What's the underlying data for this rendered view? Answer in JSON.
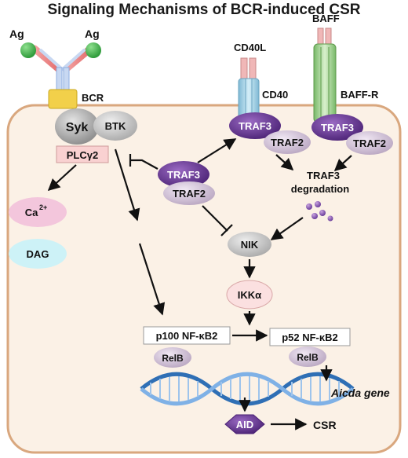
{
  "title": "Signaling Mechanisms of BCR-induced CSR",
  "receptors": {
    "ag_left": "Ag",
    "ag_right": "Ag",
    "bcr": "BCR",
    "cd40l": "CD40L",
    "cd40": "CD40",
    "baff": "BAFF",
    "baffr": "BAFF-R"
  },
  "nodes": {
    "syk": "Syk",
    "btk": "BTK",
    "plcg2": "PLCγ2",
    "ca": "Ca",
    "ca_sup": "2+",
    "dag": "DAG",
    "traf3_cd40": "TRAF3",
    "traf2_cd40": "TRAF2",
    "traf3_baffr": "TRAF3",
    "traf2_baffr": "TRAF2",
    "traf3_mid": "TRAF3",
    "traf2_mid": "TRAF2",
    "traf3_degradation_line1": "TRAF3",
    "traf3_degradation_line2": "degradation",
    "nik": "NIK",
    "ikka": "IKKα",
    "p100": "p100 NF-κB2",
    "p52": "p52 NF-κB2",
    "relb_left": "RelB",
    "relb_right": "RelB",
    "aicda_gene": "Aicda gene",
    "aid": "AID",
    "csr": "CSR"
  },
  "colors": {
    "cell_membrane": "#d9a77e",
    "cell_fill": "#fbf1e6",
    "traf3": "#6a3d9a",
    "aid": "#6a3d9a",
    "plcg2_fill": "#f9d1d1",
    "ca_fill": "#f3c6dc",
    "dag_fill": "#cdf2f7",
    "antigen": "#4cb84c",
    "bcr_base": "#f2d04a",
    "cd40_fill": "#a9d4e6",
    "baffr_fill": "#a6d494",
    "ligand_fill": "#f0b7b7"
  }
}
